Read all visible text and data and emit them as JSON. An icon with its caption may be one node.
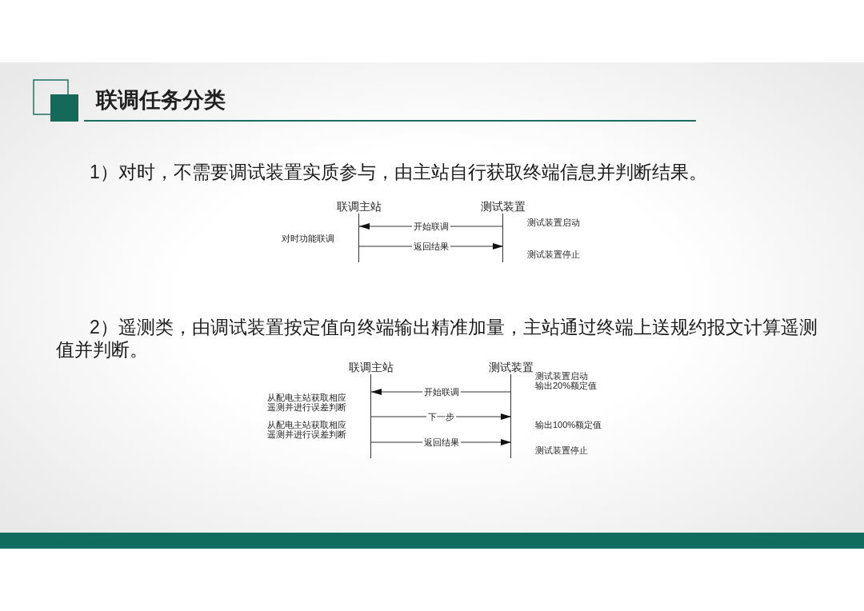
{
  "diagram": {
    "title": "联调任务分类",
    "nodes": [
      {
        "text": [
          "联调主站"
        ],
        "beside": [
          "对时功能联调"
        ]
      },
      {
        "text": [
          "测试装置"
        ],
        "beside": [
          "测试装置启动",
          "测试装置停止"
        ]
      },
      {
        "text": [
          "联调主站"
        ],
        "beside": [
          "从配电主站获取相应遥测并进行误差判断",
          "从配电主站获取相应遥测并进行误差判断"
        ]
      },
      {
        "text": [
          "测试装置"
        ],
        "beside": [
          "测试装置启动",
          "输出20%额定值",
          "输出100%额定值",
          "测试装置停止"
        ]
      }
    ],
    "edges": [
      {
        "from": 1,
        "to": 0,
        "arrow": "to",
        "label": "开始联调"
      },
      {
        "from": 0,
        "to": 1,
        "arrow": "to",
        "label": "返回结果"
      },
      {
        "from": 3,
        "to": 2,
        "arrow": "to",
        "label": "开始联调"
      },
      {
        "from": 2,
        "to": 3,
        "arrow": "to",
        "label": "下一步"
      },
      {
        "from": 2,
        "to": 3,
        "arrow": "to",
        "label": "返回结果"
      }
    ],
    "labels": [
      "1）对时，不需要调试装置实质参与，由主站自行获取终端信息并判断结果。",
      "2）遥测类，由调试装置按定值向终端输出精准加量，主站通过终端上送规约报文计算遥测值并判断。"
    ]
  }
}
